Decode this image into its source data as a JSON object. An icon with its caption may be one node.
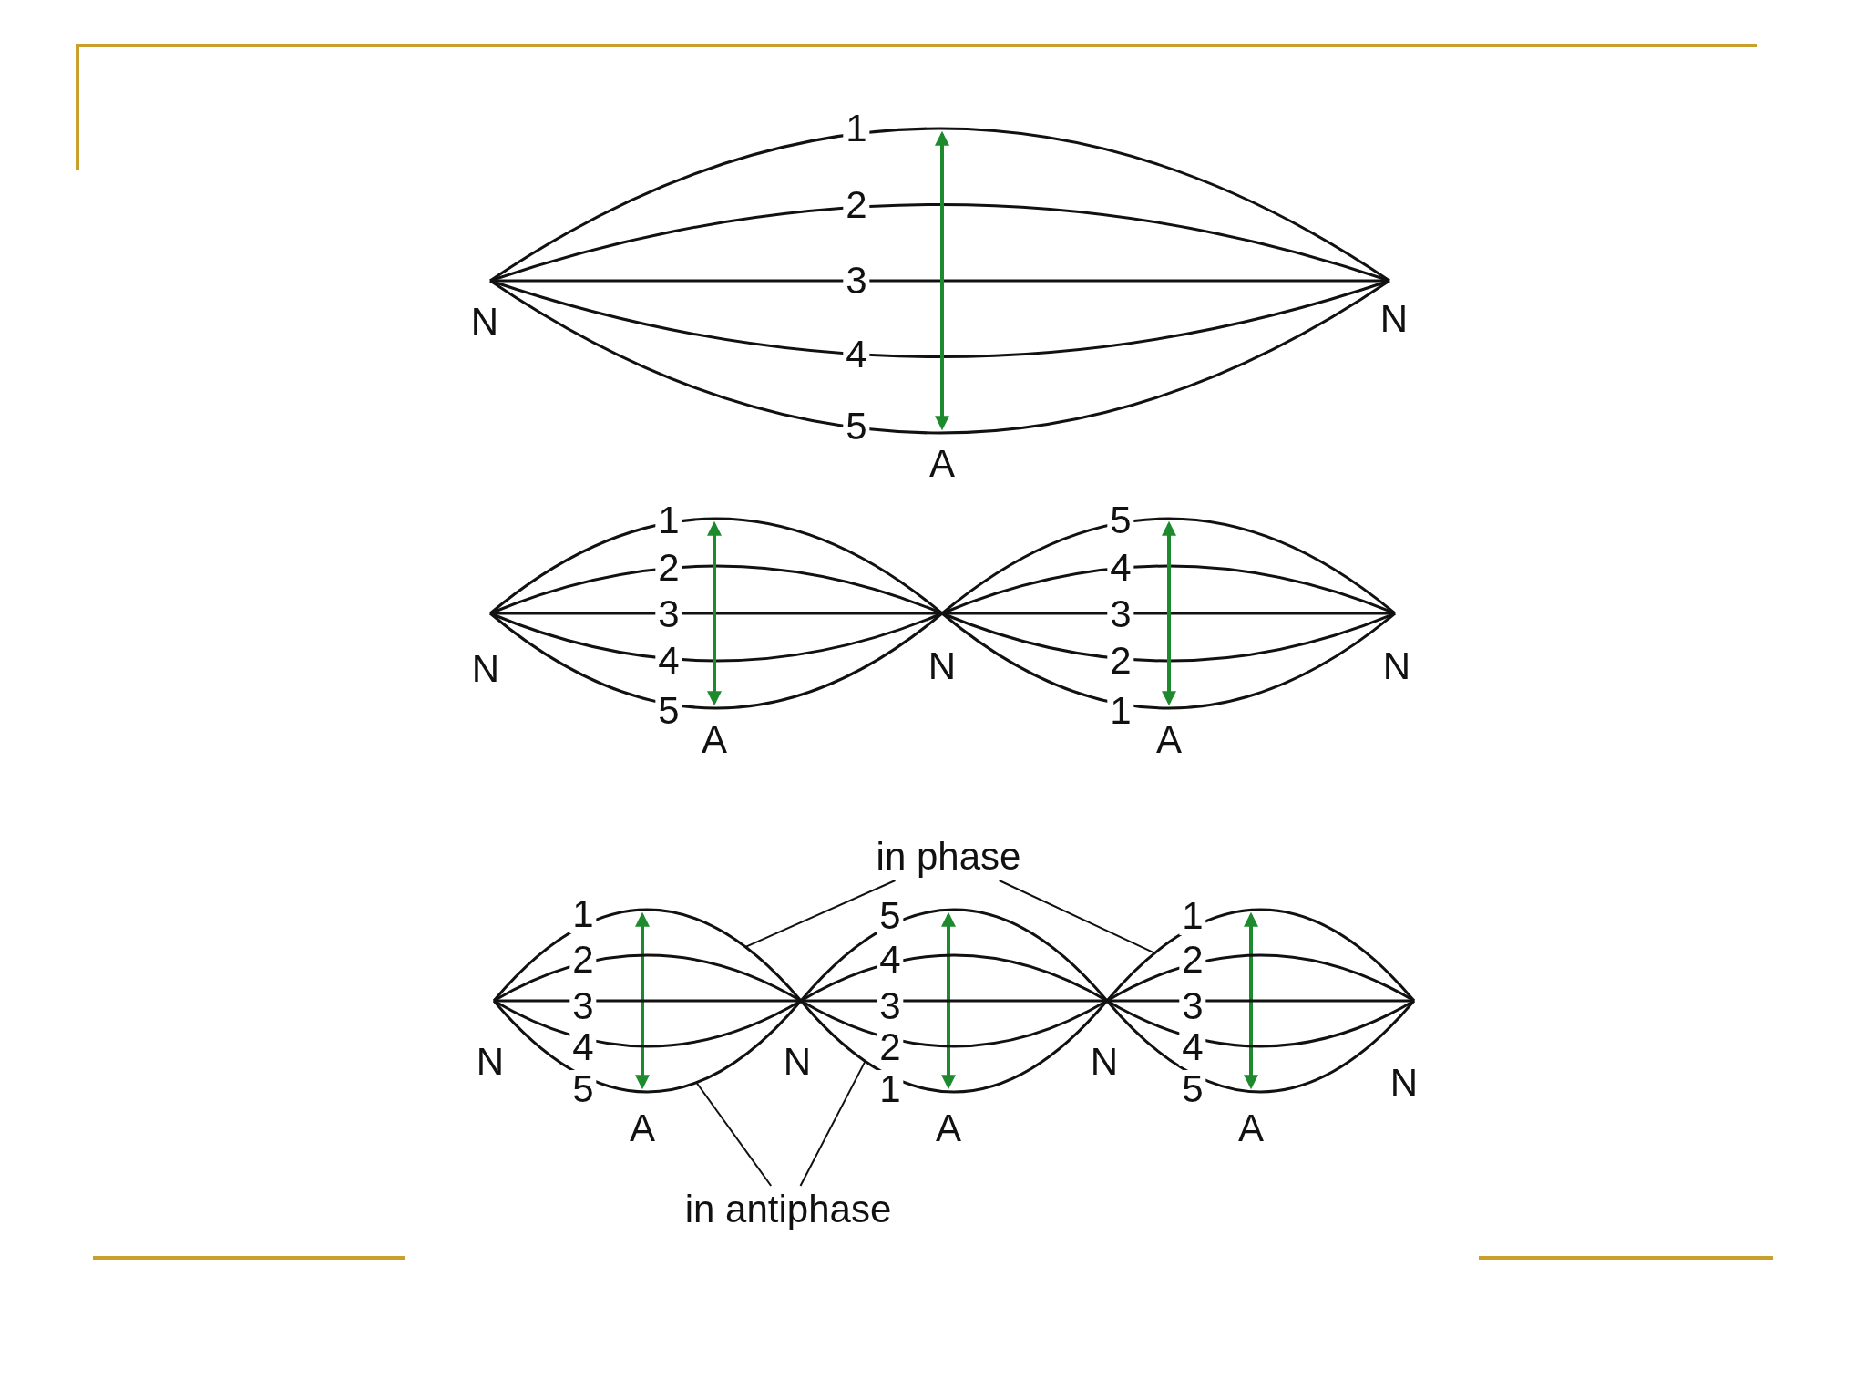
{
  "diagram": {
    "nodes": [
      {
        "text": [
          "in phase"
        ]
      },
      {
        "text": [
          "in antiphase"
        ]
      },
      {
        "text": [],
        "shape": "curve",
        "beside": [
          "A"
        ]
      },
      {
        "text": [],
        "shape": "curve",
        "beside": [
          "A"
        ]
      },
      {
        "text": [],
        "shape": "curve",
        "beside": [
          "A"
        ]
      }
    ],
    "edges": [
      {
        "from": 0,
        "to": 2,
        "arrow": "none"
      },
      {
        "from": 0,
        "to": 4,
        "arrow": "none"
      },
      {
        "from": 1,
        "to": 2,
        "arrow": "none"
      },
      {
        "from": 1,
        "to": 3,
        "arrow": "none"
      }
    ],
    "labels": [
      "1",
      "2",
      "3",
      "N",
      "N",
      "4",
      "5",
      "A",
      "1",
      "5",
      "2",
      "4",
      "3",
      "3",
      "N",
      "4",
      "N",
      "2",
      "N",
      "5",
      "1",
      "A",
      "A",
      "1",
      "5",
      "1",
      "2",
      "4",
      "2",
      "3",
      "3",
      "3",
      "N",
      "4",
      "N",
      "2",
      "N",
      "4",
      "5",
      "1",
      "5",
      "N"
    ]
  }
}
